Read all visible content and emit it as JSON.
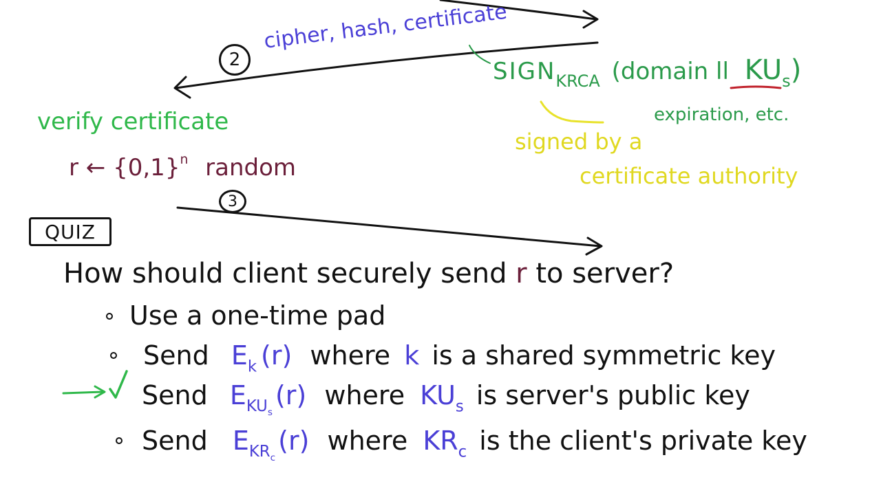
{
  "colors": {
    "ink": "#111111",
    "blue": "#4a3fd6",
    "green": "#2fb84a",
    "yellow": "#e8e22a",
    "maroon": "#6b1f3a",
    "red": "#c0202a"
  },
  "handshake": {
    "step2_label": "2",
    "step2_text": "cipher, hash, certificate",
    "sign_word": "SIGN",
    "sign_sub": "KRCA",
    "sign_args": "(domain ll",
    "sign_key": "KU",
    "sign_key_sub": "s",
    "sign_close": ")",
    "expiration": "expiration, etc.",
    "signed_by_1": "signed by a",
    "signed_by_2": "certificate authority",
    "verify": "verify certificate",
    "random_r": "r",
    "random_arrow": "←",
    "random_set": "{0,1}",
    "random_exp": "n",
    "random_word": "random",
    "step3_label": "3"
  },
  "quiz": {
    "badge": "QUIZ",
    "question_a": "How should client securely send",
    "question_r": "r",
    "question_b": "to server?",
    "options": [
      {
        "text": "Use a one-time pad"
      },
      {
        "send": "Send",
        "E": "E",
        "E_sub": "k",
        "arg": "(r)",
        "where": "where",
        "key": "k",
        "rest": "is a shared symmetric key"
      },
      {
        "send": "Send",
        "E": "E",
        "E_sub": "KU",
        "E_subsub": "s",
        "arg": "(r)",
        "where": "where",
        "key": "KU",
        "key_sub": "s",
        "rest": "is server's public key"
      },
      {
        "send": "Send",
        "E": "E",
        "E_sub": "KR",
        "E_subsub": "c",
        "arg": "(r)",
        "where": "where",
        "key": "KR",
        "key_sub": "c",
        "rest": "is the client's private key"
      }
    ]
  }
}
